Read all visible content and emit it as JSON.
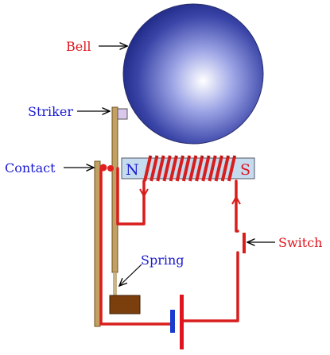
{
  "labels": {
    "bell": "Bell",
    "striker": "Striker",
    "contact": "Contact",
    "spring": "Spring",
    "switch": "Switch",
    "north": "N",
    "south": "S"
  },
  "colors": {
    "wire": "#d81d1d",
    "label_red": "#e0141e",
    "label_blue": "#1a1ad0",
    "bell_center": "#ffffff",
    "bell_edge": "#1a237e",
    "magnet_core": "#c5dcef",
    "striker_arm": "#c2a062",
    "weight": "#7b3f0e",
    "battery_plate": "#1a3ccf"
  }
}
